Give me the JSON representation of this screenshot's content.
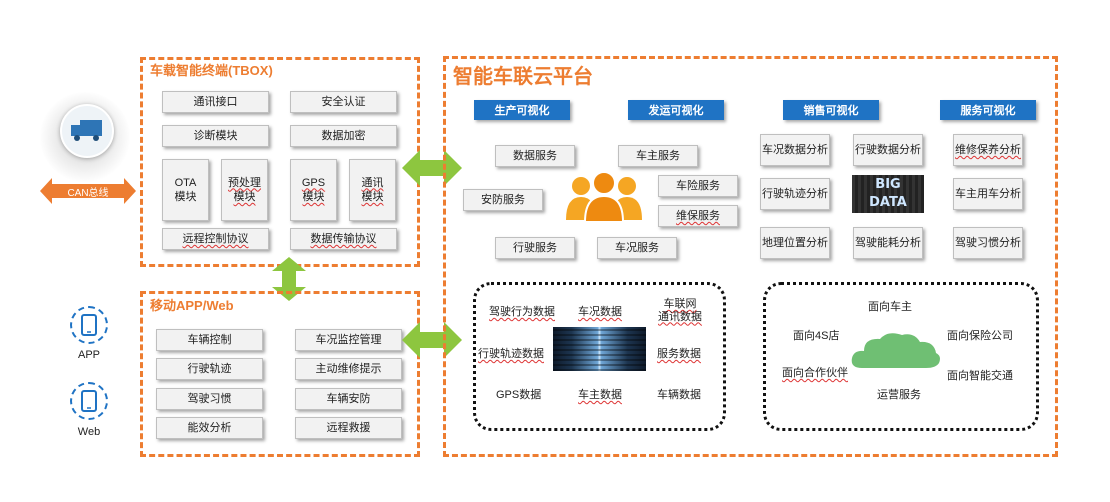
{
  "side": {
    "can_label": "CAN总线",
    "app_label": "APP",
    "web_label": "Web"
  },
  "tbox": {
    "title": "车载智能终端(TBOX)",
    "items": [
      "通讯接口",
      "安全认证",
      "诊断模块",
      "数据加密",
      "OTA\n模块",
      "预处理\n模块",
      "GPS\n模块",
      "通讯\n模块",
      "远程控制协议",
      "数据传输协议"
    ]
  },
  "app": {
    "title": "移动APP/Web",
    "items": [
      "车辆控制",
      "车况监控管理",
      "行驶轨迹",
      "主动维修提示",
      "驾驶习惯",
      "车辆安防",
      "能效分析",
      "远程救援"
    ]
  },
  "cloud": {
    "title": "智能车联云平台",
    "headers": [
      "生产可视化",
      "发运可视化",
      "销售可视化",
      "服务可视化"
    ],
    "services": [
      "数据服务",
      "车主服务",
      "车险服务",
      "安防服务",
      "维保服务",
      "行驶服务",
      "车况服务"
    ],
    "analysis": [
      "车况数据分析",
      "行驶数据分析",
      "维修保养分析",
      "行驶轨迹分析",
      "车主用车分析",
      "地理位置分析",
      "驾驶能耗分析",
      "驾驶习惯分析"
    ],
    "bigdata_text": "BIG DATA",
    "data_labels": [
      "驾驶行为数据",
      "车况数据",
      "车联网\n通讯数据",
      "行驶轨迹数据",
      "服务数据",
      "GPS数据",
      "车主数据",
      "车辆数据"
    ],
    "targets": [
      "面向车主",
      "面向4S店",
      "面向保险公司",
      "面向合作伙伴",
      "面向智能交通",
      "运营服务"
    ]
  },
  "colors": {
    "accent": "#ED7D31",
    "header_blue": "#1F73C4",
    "arrow_green": "#8DC63F",
    "person_orange": "#F5A623",
    "cloud_green": "#6FBF73"
  }
}
